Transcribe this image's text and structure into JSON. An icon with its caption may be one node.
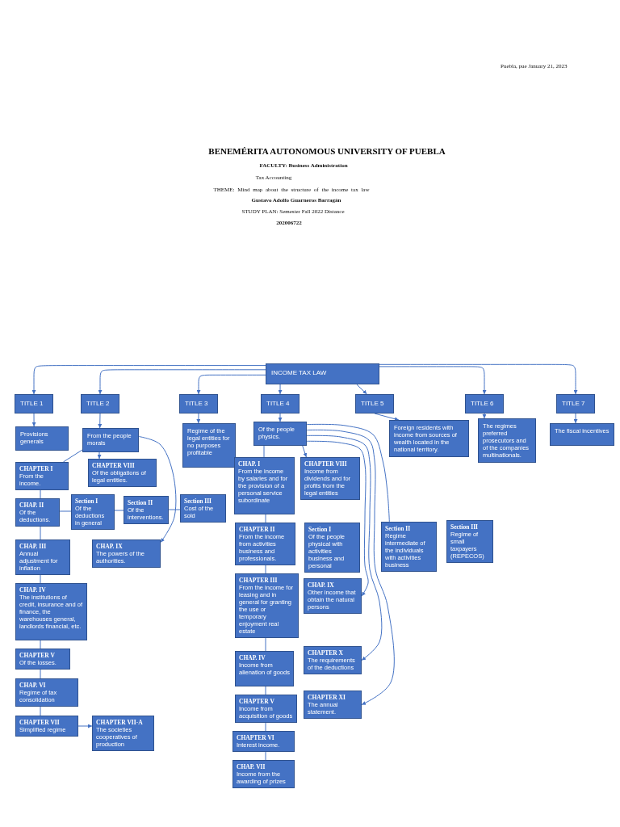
{
  "diagram": {
    "title": "BENEMÉRITA AUTONOMOUS UNIVERSITY OF PUEBLA",
    "nodes": [
      {
        "text": [
          "INCOME TAX LAW"
        ]
      },
      {
        "text": [
          "TITLE 1"
        ]
      },
      {
        "text": [
          "TITLE 2"
        ]
      },
      {
        "text": [
          "TITLE 3"
        ]
      },
      {
        "text": [
          "TITLE 4"
        ]
      },
      {
        "text": [
          "TITLE 5"
        ]
      },
      {
        "text": [
          "TITLE 6"
        ]
      },
      {
        "text": [
          "TITLE 7"
        ]
      },
      {
        "text": [
          "Provisions generals"
        ]
      },
      {
        "text": [
          "From the people morals"
        ]
      },
      {
        "text": [
          "Regime of the legal entities for no purposes profitable"
        ]
      },
      {
        "text": [
          "Of the people physics."
        ]
      },
      {
        "text": [
          "Foreign residents with income from sources of wealth located in the national territory."
        ]
      },
      {
        "text": [
          "The regimes preferred prosecutors and of the companies multinationals."
        ]
      },
      {
        "text": [
          "The fiscal incentives"
        ]
      },
      {
        "text": [
          "CHAPTER I",
          "From the income."
        ]
      },
      {
        "text": [
          "CHAPTER VIII",
          "Of the obligations of legal entities."
        ]
      },
      {
        "text": [
          "CHAP. II",
          "Of the deductions."
        ]
      },
      {
        "text": [
          "Section I",
          "Of the deductions in general"
        ]
      },
      {
        "text": [
          "Section II",
          "Of the interventions."
        ]
      },
      {
        "text": [
          "Section III",
          "Cost of the sold"
        ]
      },
      {
        "text": [
          "CHAP. III",
          "Annual adjustment for inflation"
        ]
      },
      {
        "text": [
          "CHAP. IX",
          "The powers of the authorities."
        ]
      },
      {
        "text": [
          "CHAP. IV",
          "The institutions of credit, insurance and of finance, the warehouses general, landlords financial, etc."
        ]
      },
      {
        "text": [
          "CHAPTER V",
          "Of the losses."
        ]
      },
      {
        "text": [
          "CHAP. VI",
          "Regime of tax consolidation"
        ]
      },
      {
        "text": [
          "CHAPTER VII",
          "Simplified regime"
        ]
      },
      {
        "text": [
          "CHAPTER VII-A",
          "The societies cooperatives of production"
        ]
      },
      {
        "text": [
          "CHAP. I",
          "From the income by salaries and for the provision of a personal service subordinate"
        ]
      },
      {
        "text": [
          "CHAPTER VIII",
          "Income from dividends and for profits from the legal entities"
        ]
      },
      {
        "text": [
          "CHAPTER II",
          "From the income from activities business and professionals."
        ]
      },
      {
        "text": [
          "Section I",
          "Of the people physical with activities business and personal"
        ]
      },
      {
        "text": [
          "Section II",
          "Regime intermediate of the individuals with activities business"
        ]
      },
      {
        "text": [
          "Section III",
          "Regime of small taxpayers (REPECOS)"
        ]
      },
      {
        "text": [
          "CHAPTER III",
          "From the income for leasing and in general for granting the use or temporary enjoyment real estate"
        ]
      },
      {
        "text": [
          "CHAP. IX",
          "Other income that obtain the natural persons"
        ]
      },
      {
        "text": [
          "CHAP. IV",
          "Income from alienation of goods"
        ]
      },
      {
        "text": [
          "CHAPTER X",
          "The requirements of the deductions"
        ]
      },
      {
        "text": [
          "CHAPTER V",
          "Income from acquisition of goods"
        ]
      },
      {
        "text": [
          "CHAPTER XI",
          "The annual statement."
        ]
      },
      {
        "text": [
          "CHAPTER VI",
          "Interest income."
        ]
      },
      {
        "text": [
          "CHAP. VII",
          "Income from the awarding of prizes"
        ]
      }
    ],
    "edges": [
      {
        "from": 0,
        "to": 1,
        "arrow": "to"
      },
      {
        "from": 0,
        "to": 2,
        "arrow": "to"
      },
      {
        "from": 0,
        "to": 3,
        "arrow": "to"
      },
      {
        "from": 0,
        "to": 4,
        "arrow": "to"
      },
      {
        "from": 0,
        "to": 5,
        "arrow": "to"
      },
      {
        "from": 0,
        "to": 6,
        "arrow": "to"
      },
      {
        "from": 0,
        "to": 7,
        "arrow": "to"
      },
      {
        "from": 1,
        "to": 8,
        "arrow": "to"
      },
      {
        "from": 2,
        "to": 9,
        "arrow": "to"
      },
      {
        "from": 3,
        "to": 10,
        "arrow": "to"
      },
      {
        "from": 4,
        "to": 11,
        "arrow": "to"
      },
      {
        "from": 5,
        "to": 12,
        "arrow": "to"
      },
      {
        "from": 6,
        "to": 13,
        "arrow": "to"
      },
      {
        "from": 7,
        "to": 14,
        "arrow": "to"
      },
      {
        "from": 9,
        "to": 15,
        "arrow": "none"
      },
      {
        "from": 9,
        "to": 16,
        "arrow": "to"
      },
      {
        "from": 9,
        "to": 22,
        "arrow": "to"
      },
      {
        "from": 15,
        "to": 17,
        "arrow": "none"
      },
      {
        "from": 17,
        "to": 18,
        "arrow": "none"
      },
      {
        "from": 18,
        "to": 19,
        "arrow": "none"
      },
      {
        "from": 19,
        "to": 20,
        "arrow": "none"
      },
      {
        "from": 17,
        "to": 21,
        "arrow": "none"
      },
      {
        "from": 21,
        "to": 23,
        "arrow": "none"
      },
      {
        "from": 23,
        "to": 24,
        "arrow": "none"
      },
      {
        "from": 24,
        "to": 25,
        "arrow": "none"
      },
      {
        "from": 25,
        "to": 26,
        "arrow": "none"
      },
      {
        "from": 26,
        "to": 27,
        "arrow": "to"
      },
      {
        "from": 11,
        "to": 28,
        "arrow": "none"
      },
      {
        "from": 11,
        "to": 29,
        "arrow": "to"
      },
      {
        "from": 28,
        "to": 30,
        "arrow": "none"
      },
      {
        "from": 30,
        "to": 34,
        "arrow": "none"
      },
      {
        "from": 34,
        "to": 36,
        "arrow": "none"
      },
      {
        "from": 36,
        "to": 38,
        "arrow": "none"
      },
      {
        "from": 38,
        "to": 40,
        "arrow": "none"
      },
      {
        "from": 40,
        "to": 41,
        "arrow": "none"
      },
      {
        "from": 11,
        "to": 35,
        "arrow": "to"
      },
      {
        "from": 11,
        "to": 37,
        "arrow": "to"
      },
      {
        "from": 11,
        "to": 39,
        "arrow": "to"
      },
      {
        "from": 11,
        "to": 32,
        "arrow": "none"
      }
    ],
    "labels": [
      "Puebla, pue January 21, 2023",
      "FACULTY: Business Administration",
      "Tax Accounting",
      "THEME: Mind map about the structure of the income tax law",
      "Gustavo Adolfo Guarneros Barragán",
      "STUDY PLAN: Semester Fall 2022 Distance",
      "202006722"
    ]
  }
}
